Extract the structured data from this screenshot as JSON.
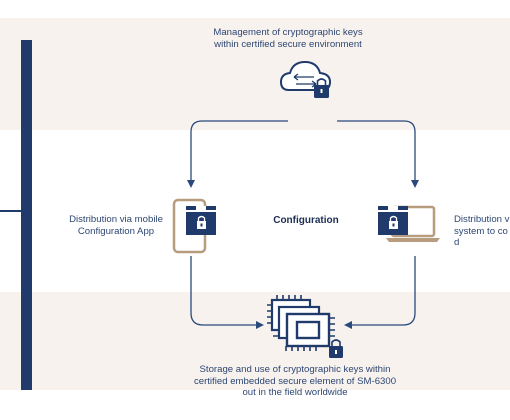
{
  "top_node": {
    "label_lines": [
      "Management of cryptographic keys",
      "within certified secure environment"
    ],
    "icon": "cloud-lock-icon"
  },
  "left_node": {
    "label_lines": [
      "Distribution via mobile",
      "Configuration App"
    ],
    "icon": "smartphone-icon"
  },
  "right_node": {
    "label_lines": [
      "Distribution v",
      "system to co",
      "d"
    ],
    "icon": "laptop-icon"
  },
  "center_label": "Configuration",
  "bottom_node": {
    "label_lines": [
      "Storage and use of cryptographic keys within",
      "certified embedded secure element of SM-6300",
      "out in the field worldwide"
    ],
    "icon": "chip-stack-lock-icon"
  },
  "colors": {
    "navy": "#1f3a6b",
    "line": "#2a4a7c",
    "tan": "#b89c7e",
    "band": "#f7f2ed"
  }
}
